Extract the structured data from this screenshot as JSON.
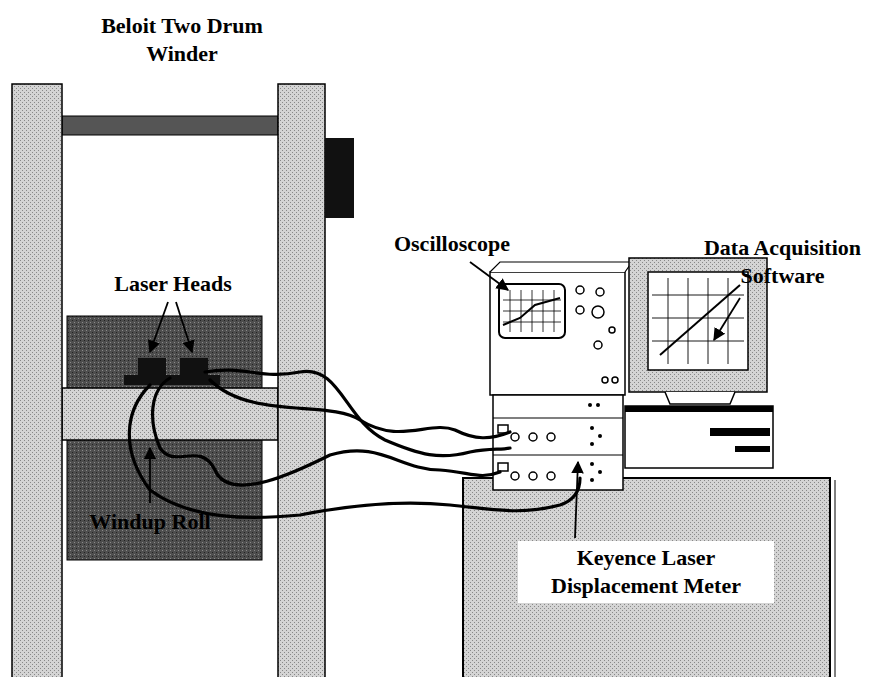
{
  "diagram": {
    "labels": [
      "Beloit Two Drum Winder",
      "Laser Heads",
      "Windup Roll",
      "Oscilloscope",
      "Data Acquisition Software",
      "Keyence Laser Displacement Meter"
    ]
  }
}
